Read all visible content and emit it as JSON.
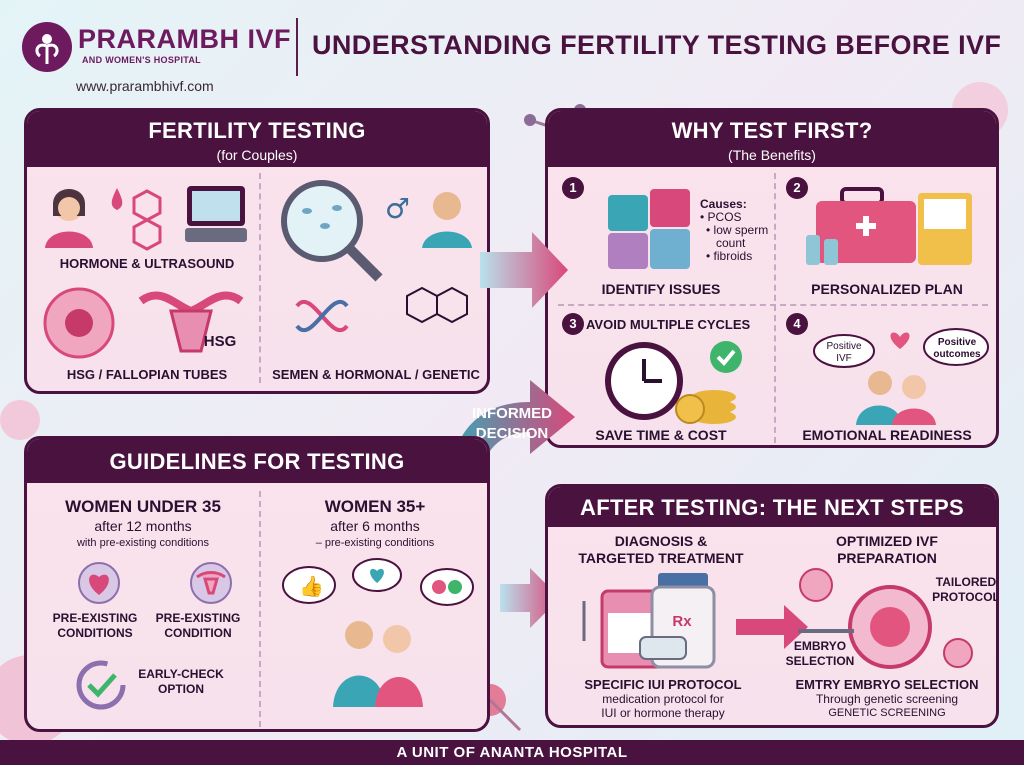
{
  "header": {
    "brand": "PRARAMBH IVF",
    "brand_sub": "AND WOMEN'S HOSPITAL",
    "website": "www.prarambhivf.com",
    "title": "UNDERSTANDING FERTILITY TESTING BEFORE IVF"
  },
  "testing": {
    "title": "FERTILITY TESTING",
    "subtitle": "(for Couples)",
    "hormone": "HORMONE & ULTRASOUND",
    "hsg": "HSG / FALLOPIAN TUBES",
    "hsg_tag": "HSG",
    "semen": "SEMEN & HORMONAL / GENETIC"
  },
  "why": {
    "title": "WHY TEST FIRST?",
    "subtitle": "(The Benefits)",
    "items": [
      {
        "num": "1",
        "label": "IDENTIFY ISSUES"
      },
      {
        "num": "2",
        "label": "PERSONALIZED PLAN"
      },
      {
        "num": "3",
        "label": "AVOID MULTIPLE CYCLES",
        "bottom": "SAVE TIME & COST"
      },
      {
        "num": "4",
        "label": "EMOTIONAL READINESS"
      }
    ],
    "causes_title": "Causes:",
    "causes": [
      "• PCOS",
      "• low sperm",
      "count",
      "• fibroids"
    ],
    "bubble_left_1": "Positive",
    "bubble_left_2": "IVF",
    "bubble_right_1": "Positive",
    "bubble_right_2": "outcomes"
  },
  "guidelines": {
    "title": "GUIDELINES FOR TESTING",
    "under35_title": "WOMEN UNDER 35",
    "under35_time": "after 12 months",
    "under35_note": "with pre-existing conditions",
    "over35_title": "WOMEN 35+",
    "over35_time": "after 6 months",
    "over35_note": "– pre-existing conditions",
    "cond1": "PRE-EXISTING",
    "cond1b": "CONDITIONS",
    "cond2": "PRE-EXISTING",
    "cond2b": "CONDITION",
    "early1": "EARLY-CHECK",
    "early2": "OPTION"
  },
  "arrow": {
    "line1": "INFORMED",
    "line2": "DECISION"
  },
  "next": {
    "title": "AFTER TESTING: THE NEXT STEPS",
    "diag1": "DIAGNOSIS &",
    "diag2": "TARGETED TREATMENT",
    "opt1": "OPTIMIZED IVF",
    "opt2": "PREPARATION",
    "tailored1": "TAILORED",
    "tailored2": "PROTOCOL",
    "embryo1": "EMBRYO",
    "embryo2": "SELECTION",
    "left_title": "SPECIFIC IUI PROTOCOL",
    "left_l1": "medication protocol for",
    "left_l2": "IUI or hormone therapy",
    "right_title": "EMTRY EMBRYO SELECTION",
    "right_l1": "Through genetic screening",
    "right_l2": "GENETIC SCREENING",
    "rx": "Rx"
  },
  "footer": "A UNIT OF ANANTA HOSPITAL",
  "colors": {
    "primary": "#4a123f",
    "accent": "#d9487a",
    "teal": "#3aa5b5"
  }
}
